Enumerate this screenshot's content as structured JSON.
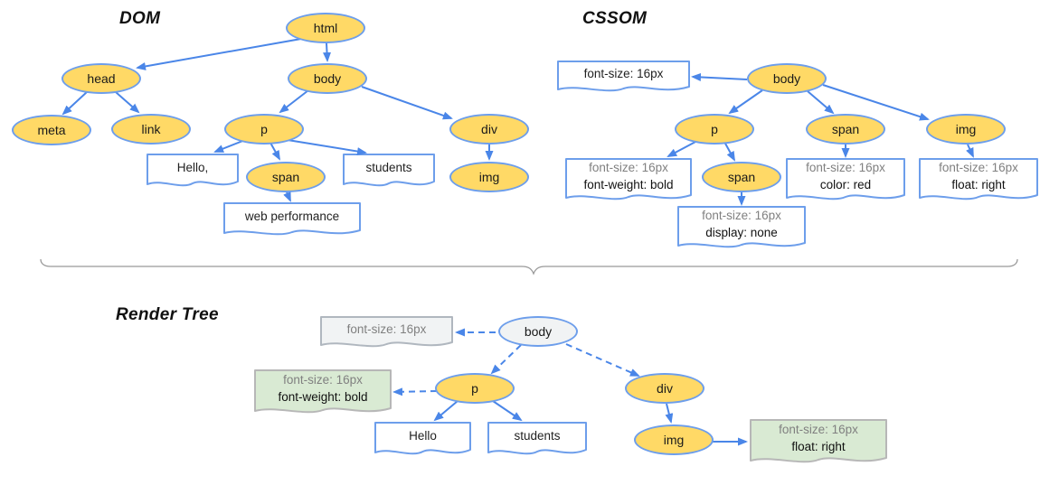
{
  "dom": {
    "title": "DOM",
    "nodes": {
      "html": "html",
      "head": "head",
      "body": "body",
      "meta": "meta",
      "link": "link",
      "p": "p",
      "div": "div",
      "span": "span",
      "img": "img"
    },
    "texts": {
      "hello": "Hello,",
      "students": "students",
      "web_performance": "web performance"
    }
  },
  "cssom": {
    "title": "CSSOM",
    "nodes": {
      "body": "body",
      "p": "p",
      "span": "span",
      "img": "img",
      "span_child": "span"
    },
    "rules": {
      "body": {
        "line1": "font-size: 16px"
      },
      "p": {
        "line1": "font-size: 16px",
        "line2": "font-weight: bold"
      },
      "span_child": {
        "line1": "font-size: 16px",
        "line2": "display: none"
      },
      "span": {
        "line1": "font-size: 16px",
        "line2": "color: red"
      },
      "img": {
        "line1": "font-size: 16px",
        "line2": "float: right"
      }
    }
  },
  "render_tree": {
    "title": "Render Tree",
    "nodes": {
      "body": "body",
      "p": "p",
      "div": "div",
      "img": "img"
    },
    "texts": {
      "hello": "Hello",
      "students": "students"
    },
    "rules": {
      "body": {
        "line1": "font-size: 16px"
      },
      "p": {
        "line1": "font-size: 16px",
        "line2": "font-weight: bold"
      },
      "img": {
        "line1": "font-size: 16px",
        "line2": "float: right"
      }
    }
  },
  "colors": {
    "node_fill": "#ffd966",
    "node_stroke": "#6d9eeb",
    "arrow": "#4a86e8",
    "textbox_stroke": "#6d9eeb",
    "render_rule_fill": "#d9ead3",
    "render_neutral_fill": "#f1f3f4",
    "divider": "#999999"
  }
}
